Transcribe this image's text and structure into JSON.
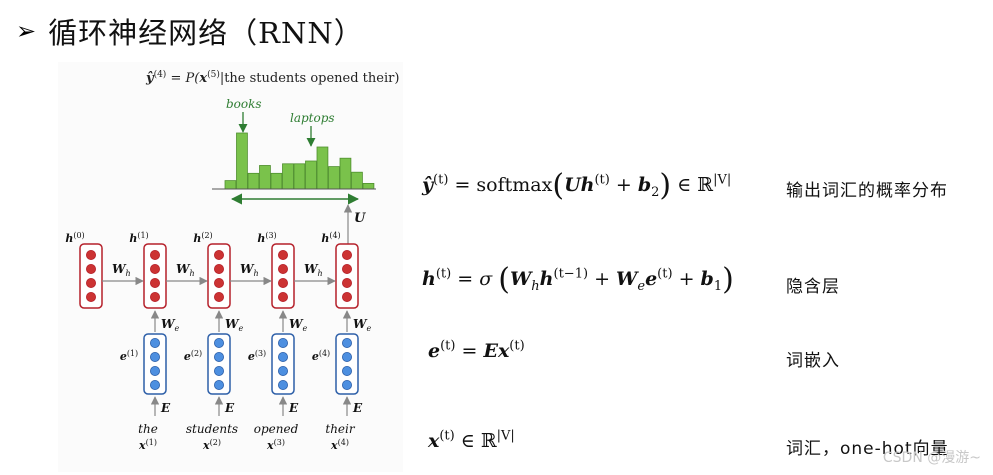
{
  "header": {
    "title": "循环神经网络（RNN）",
    "bullet_glyph": "➢"
  },
  "diagram": {
    "prob_title": "ŷ(4) = P(x(5)|the students opened their)",
    "prob_lhs": "ŷ",
    "prob_lhs_sup": "(4)",
    "prob_rhs_p": "P(",
    "prob_rhs_x": "x",
    "prob_rhs_x_sup": "(5)",
    "prob_rhs_context": "|the students opened their)",
    "annot_books": "books",
    "annot_laptops": "laptops",
    "output_matrix": "U",
    "recurrent_matrix": "W",
    "recurrent_matrix_sub": "h",
    "embed_matrix": "W",
    "embed_matrix_sub": "e",
    "embedding_matrix": "E",
    "hidden_label": "h",
    "embed_label": "e",
    "input_label": "x",
    "h0_sup": "(0)",
    "steps": [
      {
        "word": "the",
        "sup": "(1)"
      },
      {
        "word": "students",
        "sup": "(2)"
      },
      {
        "word": "opened",
        "sup": "(3)"
      },
      {
        "word": "their",
        "sup": "(4)"
      }
    ],
    "histogram_levels": [
      0.15,
      1.0,
      0.28,
      0.42,
      0.28,
      0.45,
      0.45,
      0.5,
      0.75,
      0.4,
      0.55,
      0.3,
      0.1
    ],
    "colors": {
      "hidden": "#b5202a",
      "hidden_fill": "#cc3333",
      "embed": "#2d5fa8",
      "embed_fill": "#4d8fe0",
      "bar": "#7ac24b",
      "bar_edge": "#4f8f2e",
      "annot": "#2e7d32"
    }
  },
  "equations": {
    "output": {
      "lhs": "ŷ",
      "sup": "(t)",
      "eq": " = ",
      "fn": "softmax",
      "U": "U",
      "h": "h",
      "plus": " + ",
      "b": "b",
      "b_sub": "2",
      "in": " ∈ ℝ",
      "vocab_sup": "|V|"
    },
    "hidden": {
      "lhs": "h",
      "sup": "(t)",
      "eq": " = ",
      "sigma": "σ",
      "W": "W",
      "Wh_sub": "h",
      "h": "h",
      "prev_sup": "(t−1)",
      "plus": " + ",
      "We_sub": "e",
      "e": "e",
      "b": "b",
      "b_sub": "1"
    },
    "embed": {
      "lhs": "e",
      "sup": "(t)",
      "eq": " = ",
      "E": "E",
      "x": "x"
    },
    "input": {
      "lhs": "x",
      "sup": "(t)",
      "in": " ∈ ℝ",
      "vocab_sup": "|V|"
    }
  },
  "descriptions": {
    "output": "输出词汇的概率分布",
    "hidden": "隐含层",
    "embed": "词嵌入",
    "input": "词汇，one-hot向量"
  },
  "watermark": "CSDN @漫游~"
}
